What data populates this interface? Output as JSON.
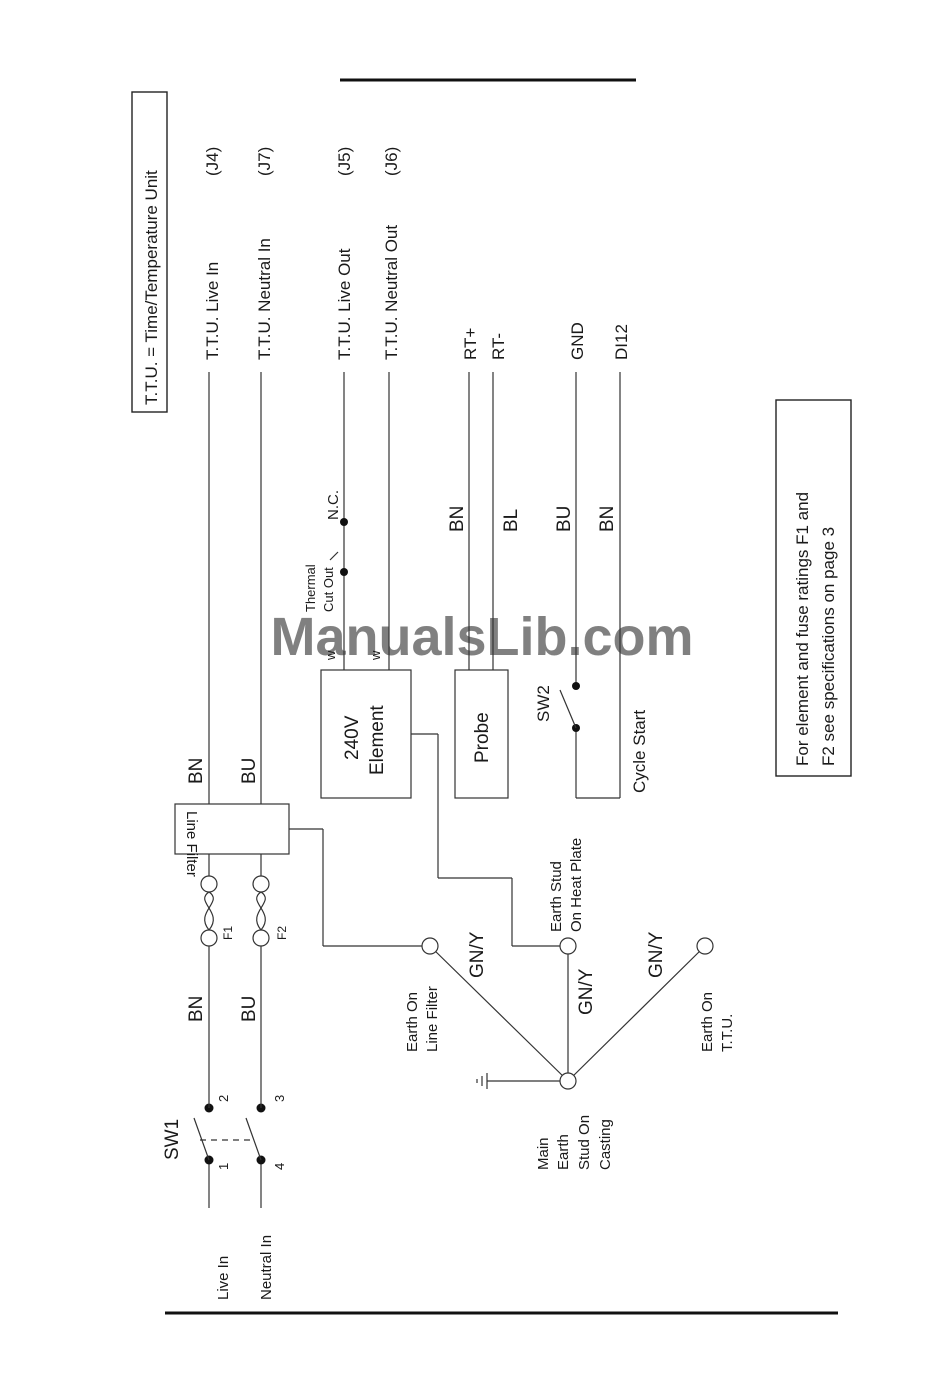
{
  "legend": "T.T.U. = Time/Temperature Unit",
  "note_lines": [
    "For element and fuse ratings F1 and",
    "F2 see specifications on page 3"
  ],
  "watermark": "ManualsLib.com",
  "terminals": {
    "j4_label": "T.T.U. Live In",
    "j4_code": "(J4)",
    "j7_label": "T.T.U. Neutral In",
    "j7_code": "(J7)",
    "j5_label": "T.T.U. Live Out",
    "j5_code": "(J5)",
    "j6_label": "T.T.U. Neutral Out",
    "j6_code": "(J6)",
    "rt_plus": "RT+",
    "rt_minus": "RT-",
    "gnd": "GND",
    "di12": "DI12"
  },
  "inputs": {
    "live_in": "Live In",
    "neutral_in": "Neutral In"
  },
  "switch1": {
    "label": "SW1",
    "p1": "1",
    "p2": "2",
    "p3": "3",
    "p4": "4"
  },
  "fuses": {
    "f1": "F1",
    "f2": "F2"
  },
  "wire_colors": {
    "bn": "BN",
    "bu": "BU",
    "bl": "BL",
    "gny": "GN/Y"
  },
  "line_filter": "Line Filter",
  "element_lines": [
    "240V",
    "Element"
  ],
  "probe": "Probe",
  "thermal_lines": [
    "Thermal",
    "Cut Out"
  ],
  "nc": "N.C.",
  "sw2": "SW2",
  "cycle_start": "Cycle Start",
  "earth_line_filter": [
    "Earth On",
    "Line Filter"
  ],
  "earth_heat_plate": [
    "Earth Stud",
    "On Heat Plate"
  ],
  "main_earth": [
    "Main",
    "Earth",
    "Stud On",
    "Casting"
  ],
  "earth_ttu": [
    "Earth On",
    "T.T.U."
  ]
}
